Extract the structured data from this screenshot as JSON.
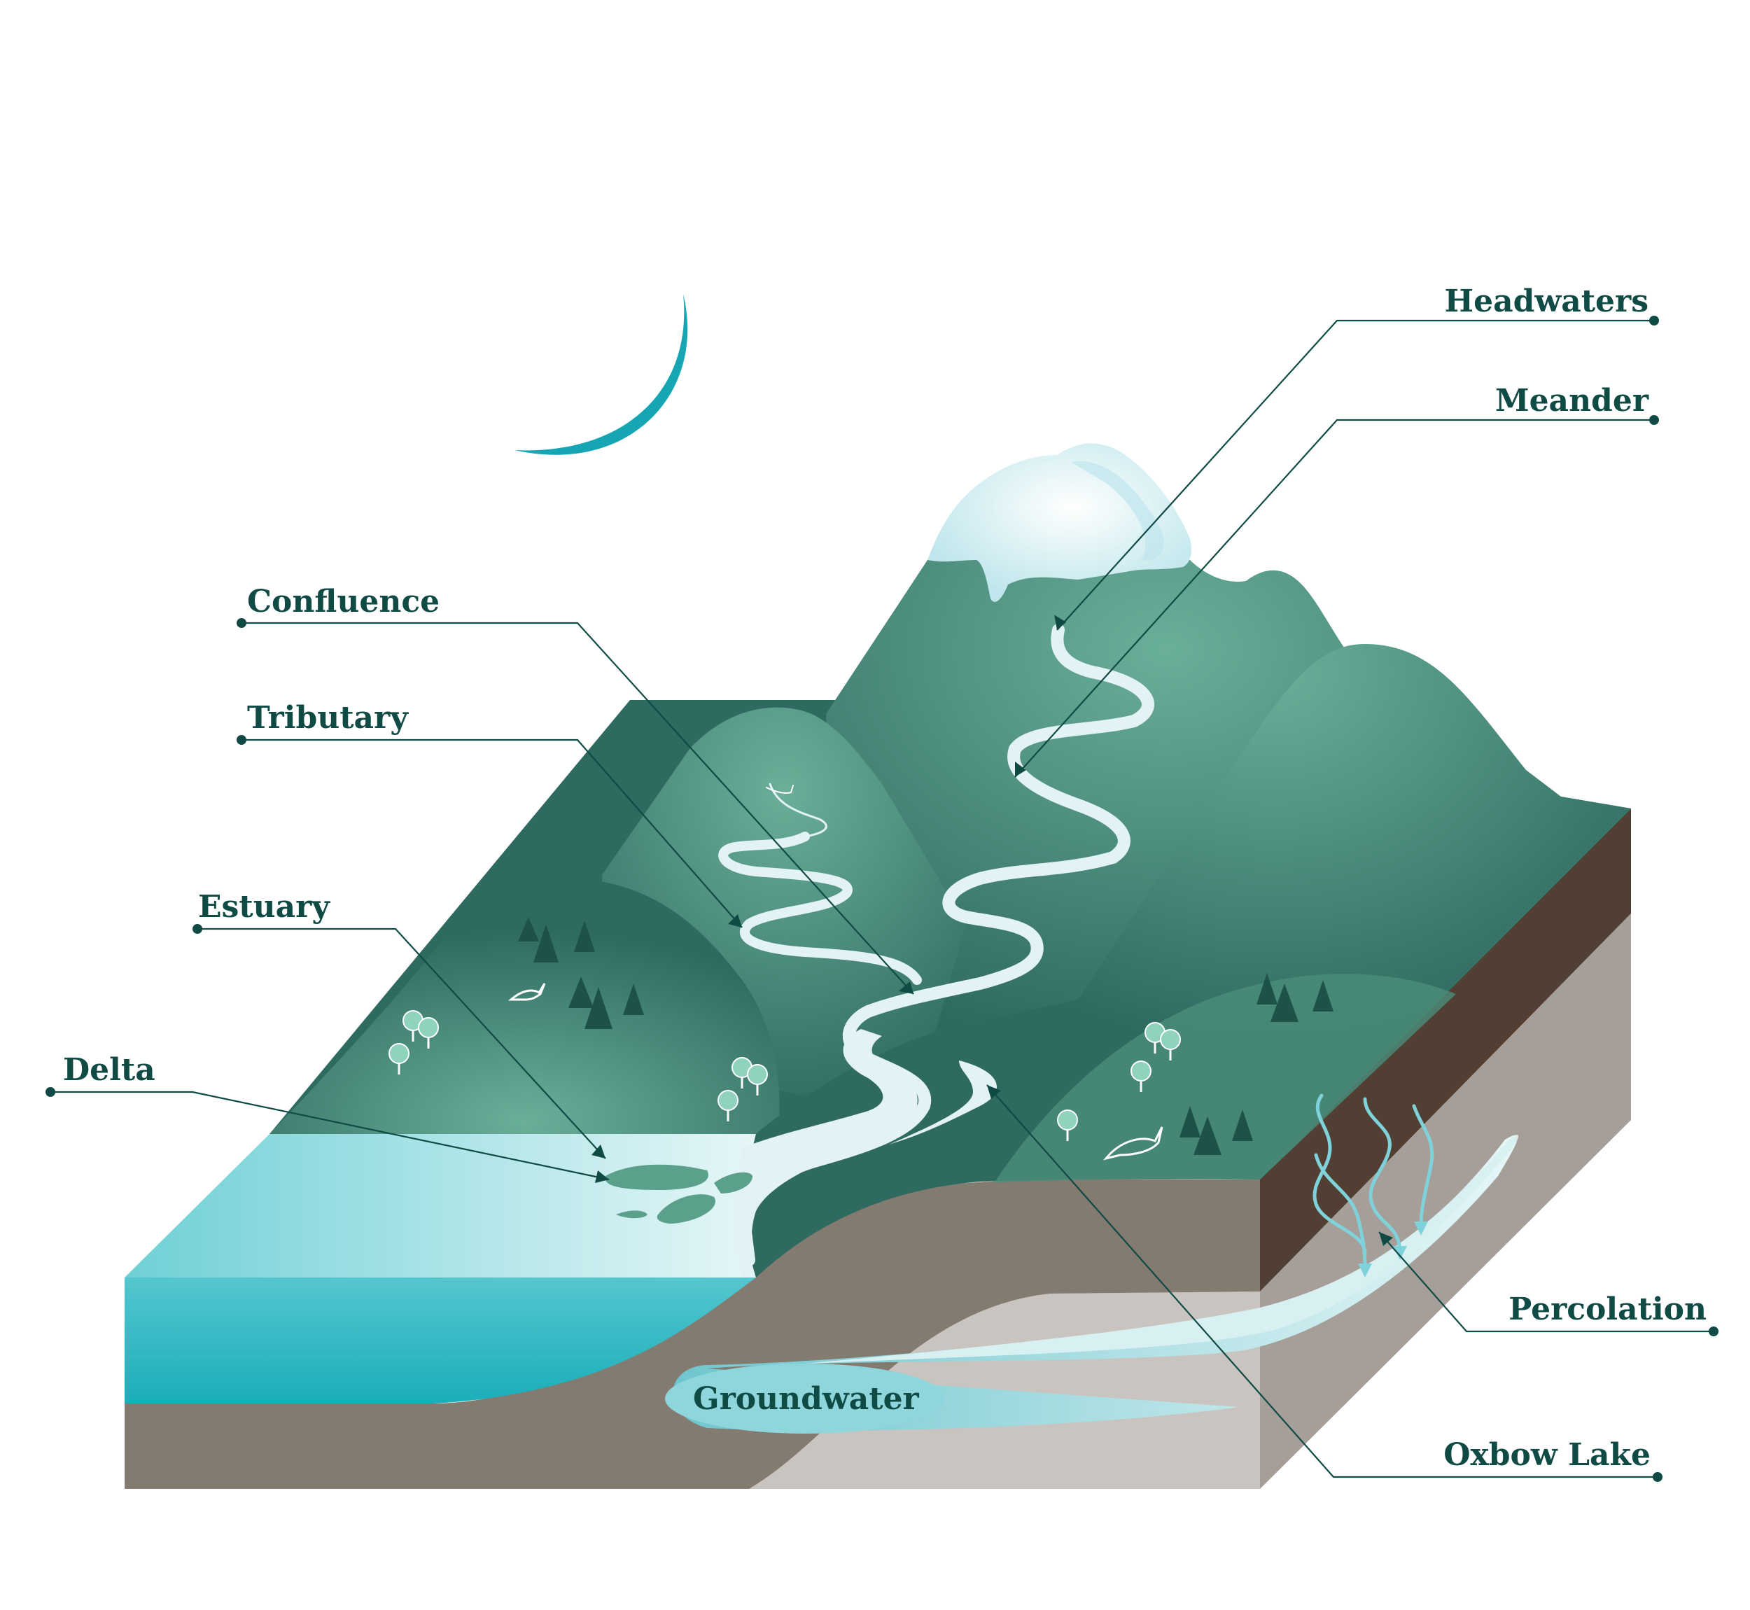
{
  "labels": {
    "headwaters": "Headwaters",
    "meander": "Meander",
    "confluence": "Confluence",
    "tributary": "Tributary",
    "estuary": "Estuary",
    "delta": "Delta",
    "percolation": "Percolation",
    "oxbow_lake": "Oxbow Lake",
    "groundwater": "Groundwater"
  },
  "colors": {
    "label_text": "#0f4a44",
    "leader_line": "#0f4a44",
    "mountain_dark": "#2f6a60",
    "mountain_light": "#6aaf9a",
    "snow": "#d7f0f3",
    "river": "#e3f3f5",
    "sea": "#4fc3cd",
    "soil_top": "#837a70",
    "soil_dark": "#523f33",
    "rock": "#c9c4bf",
    "rock_side": "#a69f99",
    "groundwater": "#9bdde2",
    "moon": "#16a6b3",
    "tree": "#1d5249",
    "round_tree": "#8fd2bd"
  }
}
